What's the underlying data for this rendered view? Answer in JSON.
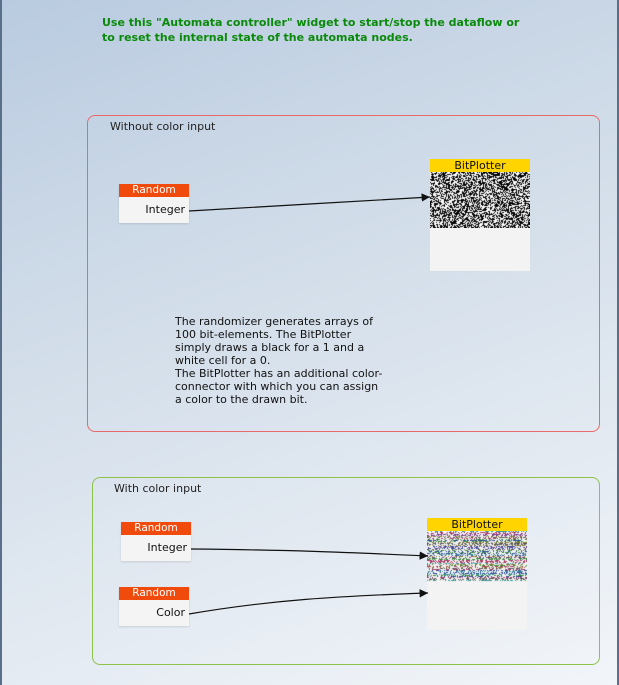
{
  "intro": {
    "text": "Use this \"Automata controller\" widget to start/stop the dataflow or to reset the internal state of the automata nodes."
  },
  "group_without_color": {
    "title": "Without color input",
    "random_node": {
      "title": "Random",
      "port": "Integer"
    },
    "plotter_node": {
      "title": "BitPlotter"
    },
    "description": "The randomizer generates arrays of 100 bit-elements. The BitPlotter simply draws a black for a 1 and a white cell for a 0.\nThe BitPlotter has an additional color-connector with which you can assign a color to the drawn bit."
  },
  "group_with_color": {
    "title": "With color input",
    "random_int_node": {
      "title": "Random",
      "port": "Integer"
    },
    "random_color_node": {
      "title": "Random",
      "port": "Color"
    },
    "plotter_node": {
      "title": "BitPlotter"
    }
  },
  "colors": {
    "intro_text": "#0a8a0a",
    "random_header": "#f04a0c",
    "plotter_header": "#ffd400",
    "group_red_border": "#e86a6a",
    "group_green_border": "#8ec24a"
  }
}
